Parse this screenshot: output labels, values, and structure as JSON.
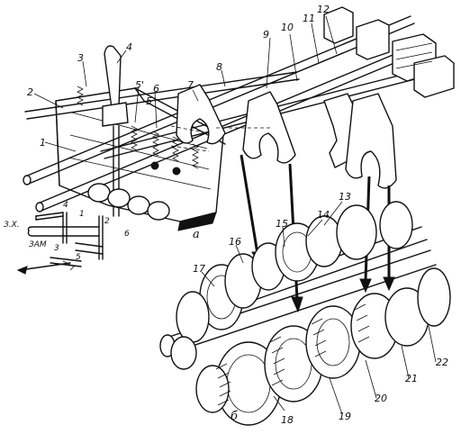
{
  "callouts": {
    "c1": "1",
    "c2": "2",
    "c3": "3",
    "c4": "4",
    "c5": "5",
    "c5p": "5'",
    "c6": "6",
    "c7": "7",
    "c8": "8",
    "c9": "9",
    "c10": "10",
    "c11": "11",
    "c12": "12",
    "c13": "13",
    "c14": "14",
    "c15": "15",
    "c16": "16",
    "c17": "17",
    "c18": "18",
    "c19": "19",
    "c20": "20",
    "c21": "21",
    "c22": "22"
  },
  "subfigures": {
    "a": "а",
    "b": "б"
  },
  "shift_pattern": {
    "reverse": "З.Х.",
    "lock": "ЗАМ",
    "g4": "4",
    "g2": "2",
    "g6": "6",
    "g3": "3",
    "g5": "5",
    "g1": "1"
  }
}
